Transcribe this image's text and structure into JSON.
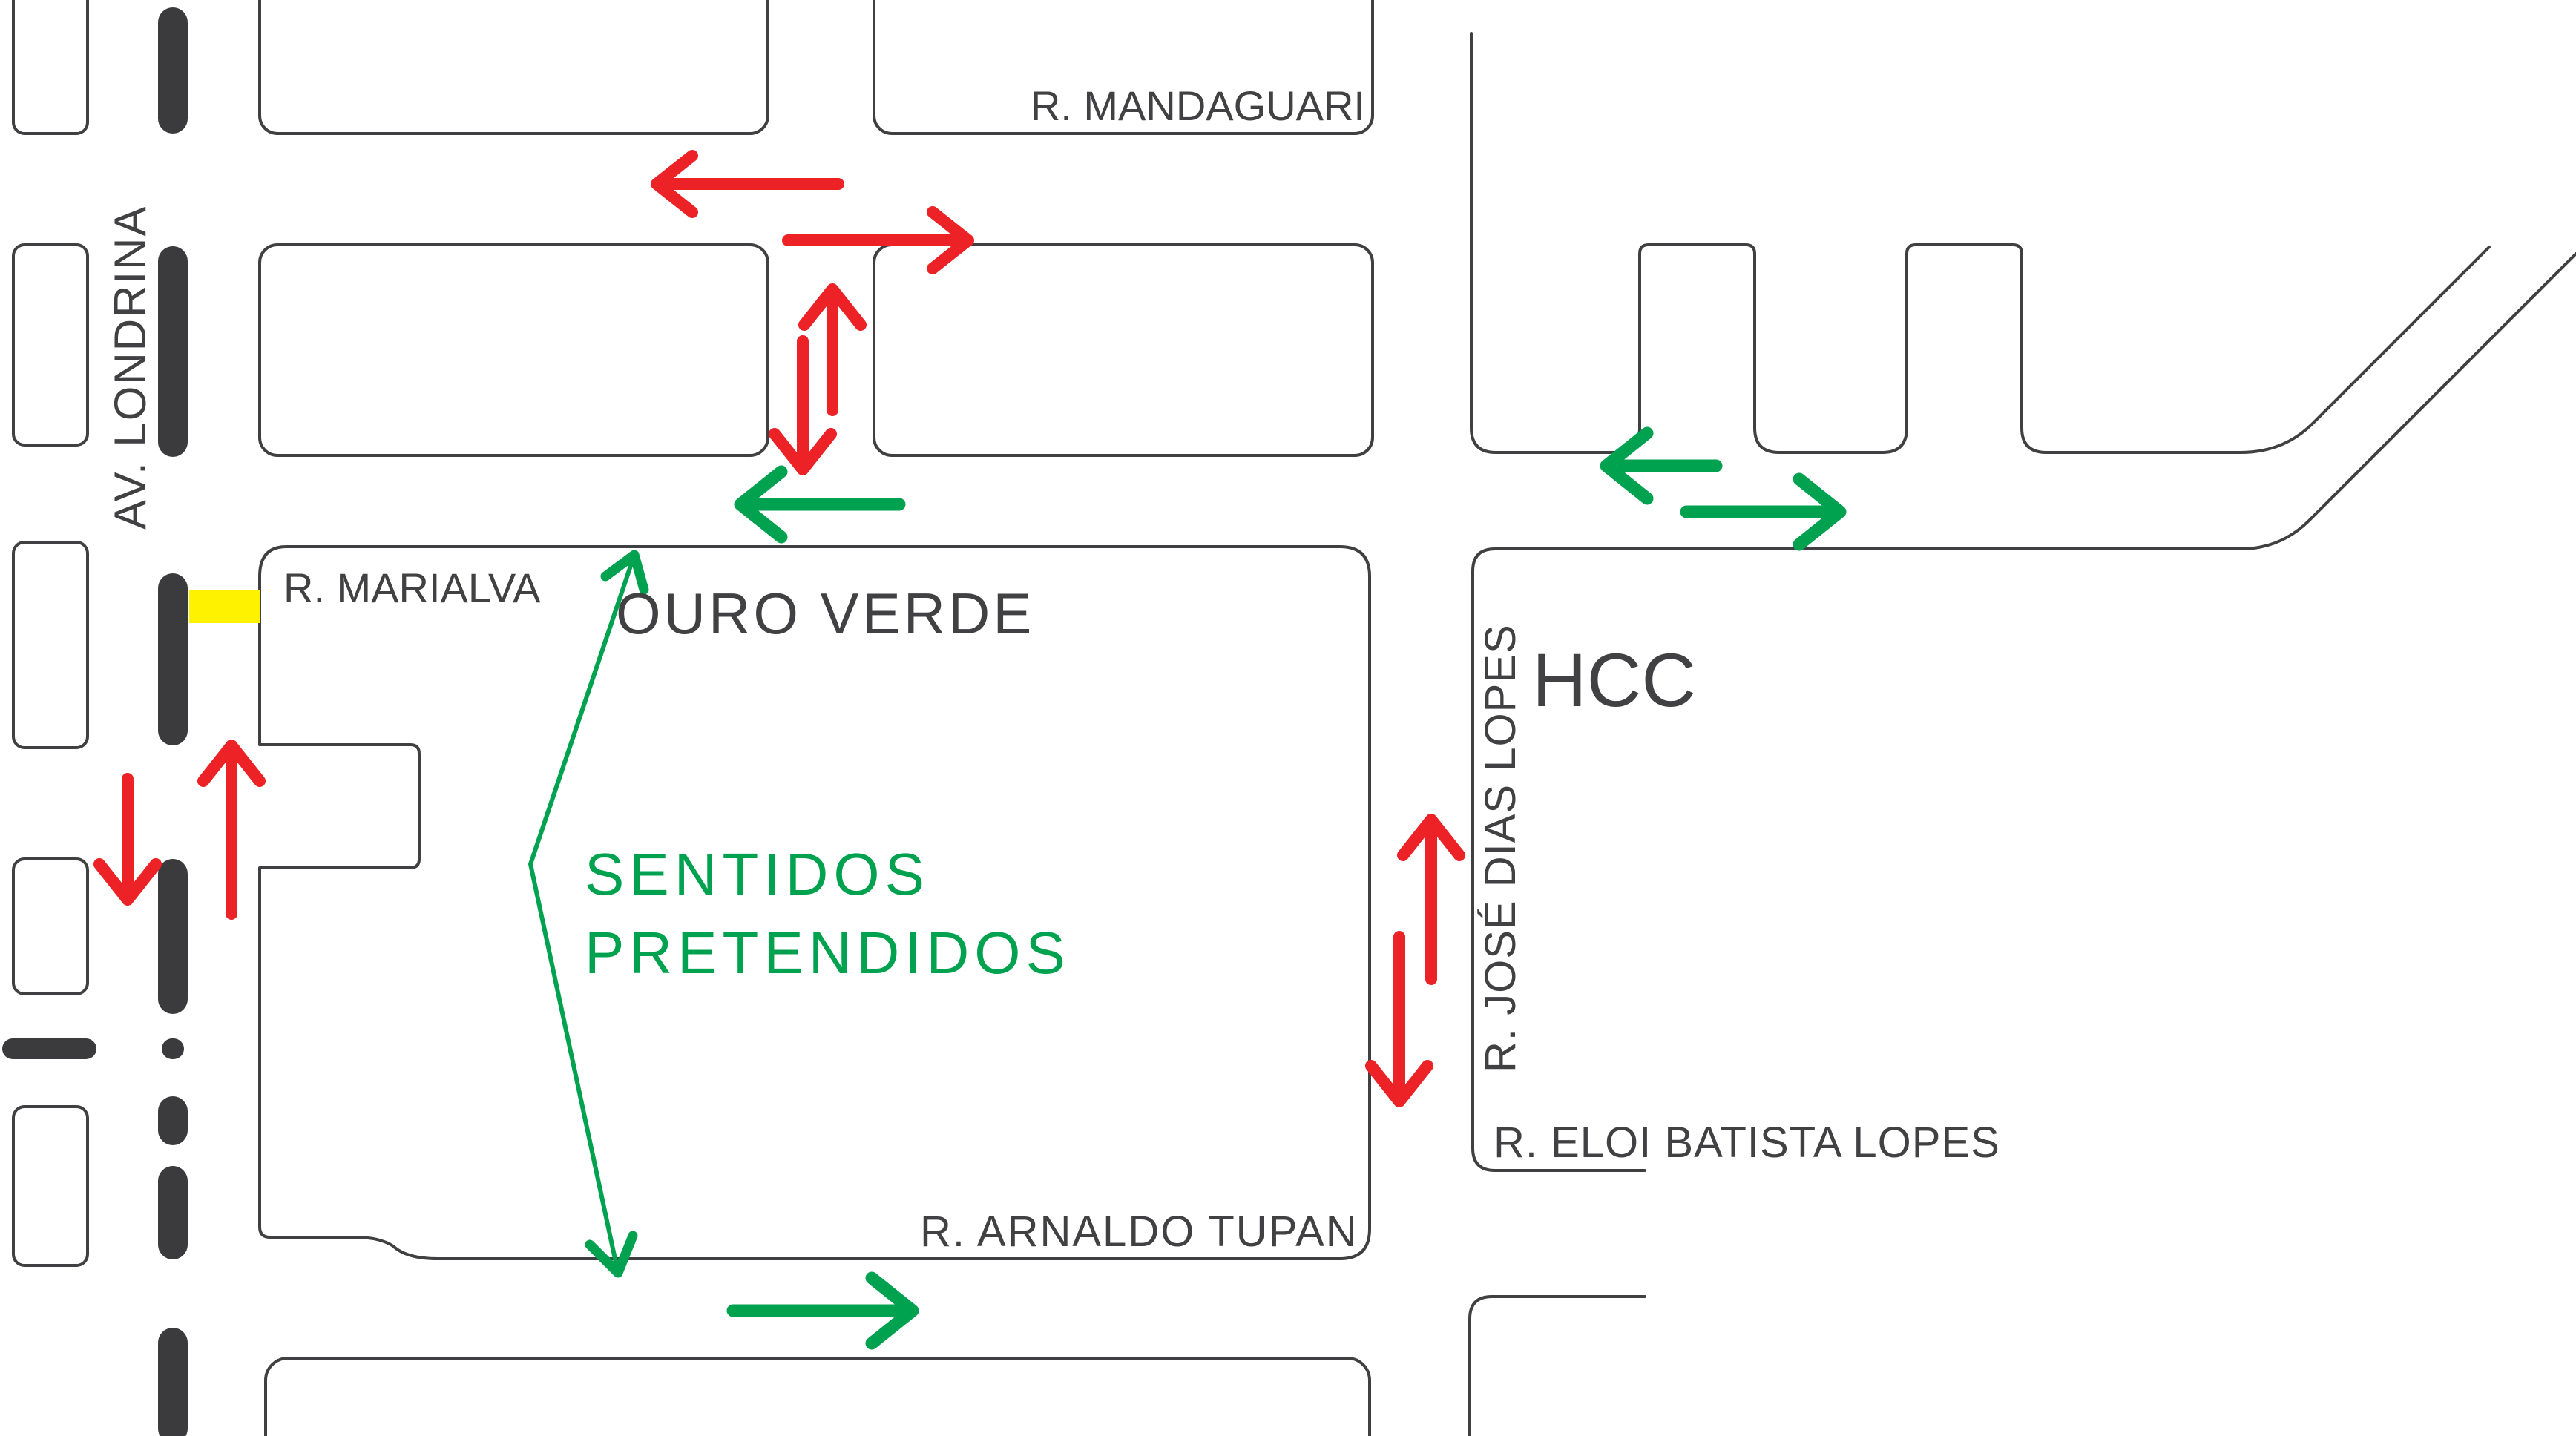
{
  "title": "Mapa de sentidos de ruas - Ouro Verde / HCC",
  "streets": {
    "av_londrina": "AV. LONDRINA",
    "r_mandaguari": "R. MANDAGUARI",
    "r_marialva": "R. MARIALVA",
    "r_jose_dias_lopes": "R. JOSÉ DIAS LOPES",
    "r_eloi_batista_lopes": "R. ELOI BATISTA LOPES",
    "r_arnaldo_tupan": "R. ARNALDO TUPAN"
  },
  "places": {
    "ouro_verde": "OURO VERDE",
    "hcc": "HCC"
  },
  "annotation": {
    "line1": "SENTIDOS",
    "line2": "PRETENDIDOS"
  },
  "colors": {
    "background": "#FFFFFF",
    "street_outline": "#404042",
    "median_dash": "#3B3B3D",
    "label_text": "#414042",
    "red_arrow": "#EC2227",
    "green_arrow": "#00A24F",
    "yellow_highlight": "#FFF200"
  },
  "arrows": {
    "red": [
      {
        "street": "R. MANDAGUARI",
        "direction": "left"
      },
      {
        "street": "R. MANDAGUARI",
        "direction": "right"
      },
      {
        "street": "travessa norte",
        "direction": "up"
      },
      {
        "street": "travessa norte",
        "direction": "down"
      },
      {
        "street": "AV. LONDRINA",
        "direction": "down"
      },
      {
        "street": "AV. LONDRINA",
        "direction": "up"
      },
      {
        "street": "R. JOSÉ DIAS LOPES",
        "direction": "up"
      },
      {
        "street": "R. JOSÉ DIAS LOPES",
        "direction": "down"
      }
    ],
    "green": [
      {
        "street": "R. MARIALVA",
        "direction": "left"
      },
      {
        "street": "rua superior direita",
        "direction": "left"
      },
      {
        "street": "rua superior direita",
        "direction": "right"
      },
      {
        "street": "R. ARNALDO TUPAN",
        "direction": "right"
      }
    ]
  },
  "highlight": {
    "type": "faixa amarela",
    "location": "AV. LONDRINA x R. MARIALVA"
  }
}
